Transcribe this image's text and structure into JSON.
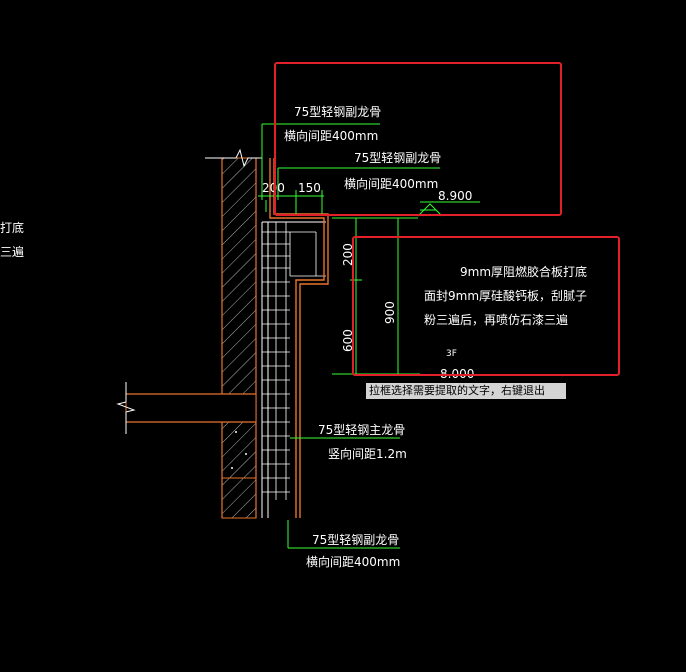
{
  "annotations": {
    "left_cut_1": "打底",
    "left_cut_2": "三遍",
    "top_keel_1": "75型轻钢副龙骨",
    "top_keel_1_spacing": "横向间距400mm",
    "top_keel_2": "75型轻钢副龙骨",
    "top_keel_2_spacing": "横向间距400mm",
    "dim_200": "200",
    "dim_150": "150",
    "dim_200_vertical": "200",
    "dim_600_vertical": "600",
    "dim_900_vertical": "900",
    "elev_top": "8.900",
    "board_line_1": "9mm厚阻燃胶合板打底",
    "board_line_2": "面封9mm厚硅酸钙板，刮腻子",
    "board_line_3": "粉三遍后，再喷仿石漆三遍",
    "floor_tag": "3F",
    "elev_bottom": "8.000",
    "main_keel": "75型轻钢主龙骨",
    "main_keel_spacing": "竖向间距1.2m",
    "bottom_keel": "75型轻钢副龙骨",
    "bottom_keel_spacing": "横向间距400mm"
  },
  "tooltip": {
    "text": "拉框选择需要提取的文字，右键退出"
  },
  "colors": {
    "background": "#000000",
    "line_green": "#33ff33",
    "line_white": "#ffffff",
    "line_orange": "#e8742c",
    "selection_red": "#e3202a"
  }
}
